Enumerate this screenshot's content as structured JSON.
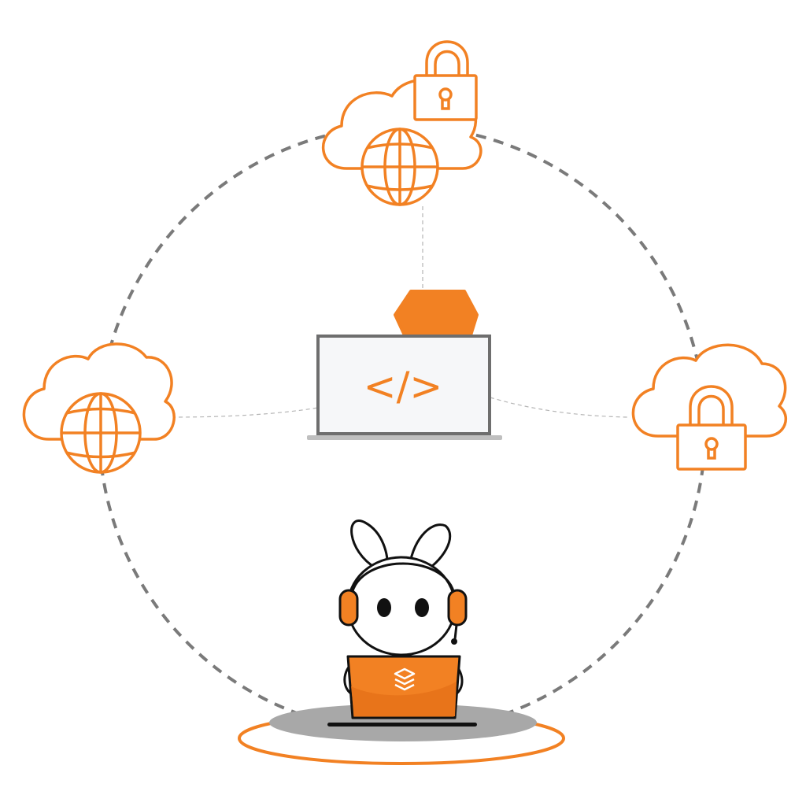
{
  "colors": {
    "accent": "#F28123",
    "accent_dark": "#E8741A",
    "ring": "#7A7A7A",
    "connector": "#B5B5B5",
    "screen_frame": "#6E6E6E",
    "screen_fill": "#F6F7F9",
    "shadow": "#A8A8A8",
    "ink": "#111111"
  },
  "nodes": [
    {
      "id": "top",
      "icons": [
        "cloud-icon",
        "globe-icon",
        "lock-icon"
      ]
    },
    {
      "id": "left",
      "icons": [
        "cloud-icon",
        "globe-icon"
      ]
    },
    {
      "id": "right",
      "icons": [
        "cloud-icon",
        "lock-icon"
      ]
    }
  ],
  "center": {
    "icon": "monitor-code-icon",
    "code_symbol": "</>"
  },
  "mascot": {
    "icons": [
      "rabbit-mascot",
      "headset-icon",
      "laptop-icon",
      "stack-logo-icon"
    ]
  }
}
